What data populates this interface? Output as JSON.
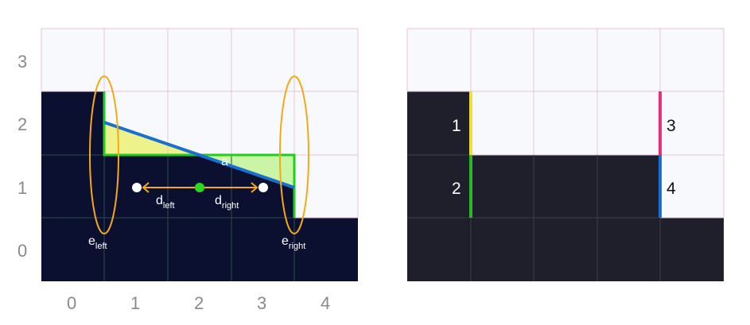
{
  "left_panel": {
    "x_ticks": [
      "0",
      "1",
      "2",
      "3",
      "4"
    ],
    "y_ticks": [
      "0",
      "1",
      "2",
      "3"
    ],
    "labels": {
      "area": "a",
      "d_left": {
        "base": "d",
        "sub": "left"
      },
      "d_right": {
        "base": "d",
        "sub": "right"
      },
      "e_left": {
        "base": "e",
        "sub": "left"
      },
      "e_right": {
        "base": "e",
        "sub": "right"
      }
    }
  },
  "right_panel": {
    "edges": [
      {
        "id": "1",
        "label": "1"
      },
      {
        "id": "2",
        "label": "2"
      },
      {
        "id": "3",
        "label": "3"
      },
      {
        "id": "4",
        "label": "4"
      }
    ]
  },
  "colors": {
    "background_cell": "#f8f9fc",
    "solid_left": "#0b1031",
    "solid_right": "#1e1f2a",
    "grid_light": "#e7c3d3",
    "grid_dark": "#2f4a48",
    "outline_green": "#22cc22",
    "fill_yellow": "#eef28a",
    "fill_green": "#c9f5a4",
    "line_blue": "#1a70d0",
    "ellipse_orange": "#f5a915",
    "arrow_orange": "#f5a915",
    "dot_green": "#2bdc1c",
    "edge_yellow": "#f0e033",
    "edge_green": "#2db52d",
    "edge_pink": "#e8307a",
    "edge_blue": "#1a70d0",
    "axis_text": "#8a8a8a"
  }
}
